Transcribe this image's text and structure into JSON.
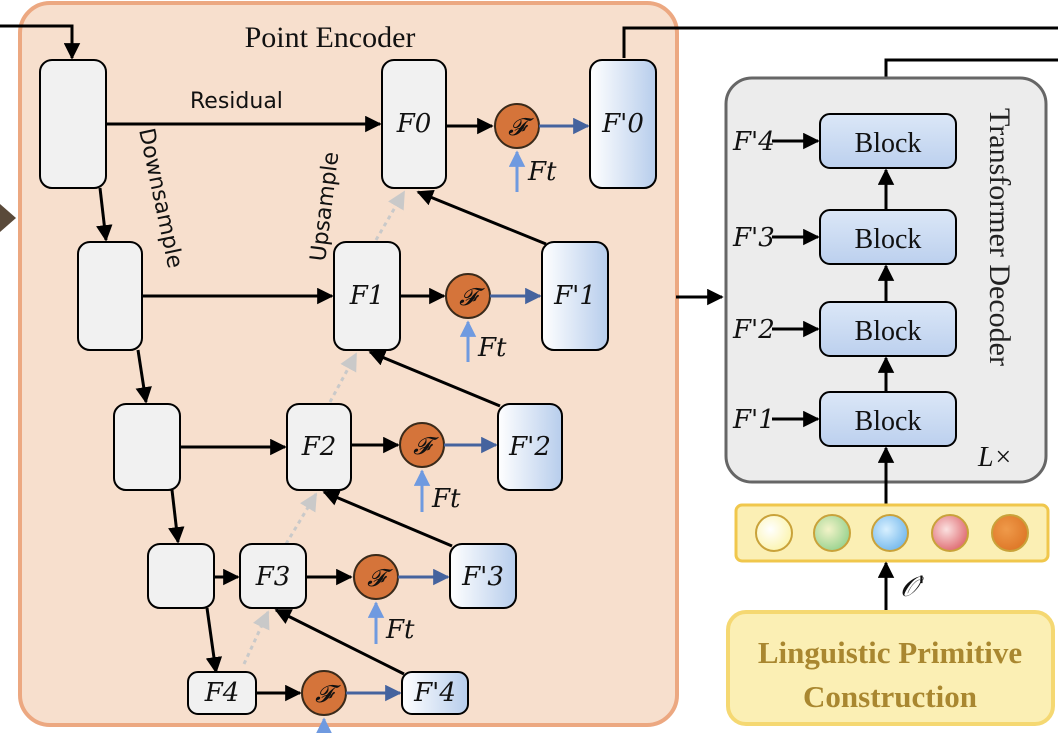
{
  "point_encoder": {
    "title": "Point Encoder",
    "path_labels": {
      "residual": "Residual",
      "downsample": "Downsample",
      "upsample": "Upsample"
    },
    "features": [
      "F0",
      "F1",
      "F2",
      "F3",
      "F4"
    ],
    "fused_features": [
      "F'0",
      "F'1",
      "F'2",
      "F'3",
      "F'4"
    ],
    "fusion_symbol": "𝓕",
    "text_feature": "Ft"
  },
  "transformer_decoder": {
    "title": "Transformer Decoder",
    "repeat": "L×",
    "block_label": "Block",
    "block_inputs": [
      "F'4",
      "F'3",
      "F'2",
      "F'1"
    ]
  },
  "primitives": {
    "token_colors": [
      "#fdfbd6",
      "#a9d89b",
      "#8ec8ee",
      "#e4868a",
      "#e08a32"
    ],
    "query_label": "𝒪'",
    "construction_line1": "Linguistic Primitive",
    "construction_line2": "Construction"
  },
  "colors": {
    "encoder_bg": "#f7dfcd",
    "encoder_border": "#eca881",
    "fusion_fill": "#d5743a",
    "text_arrow": "#6f9ae0",
    "decoder_bg": "#ececec",
    "block_fill": "#c9daf2",
    "lpc_bg": "#fbefb4",
    "lpc_border": "#f5d872"
  }
}
